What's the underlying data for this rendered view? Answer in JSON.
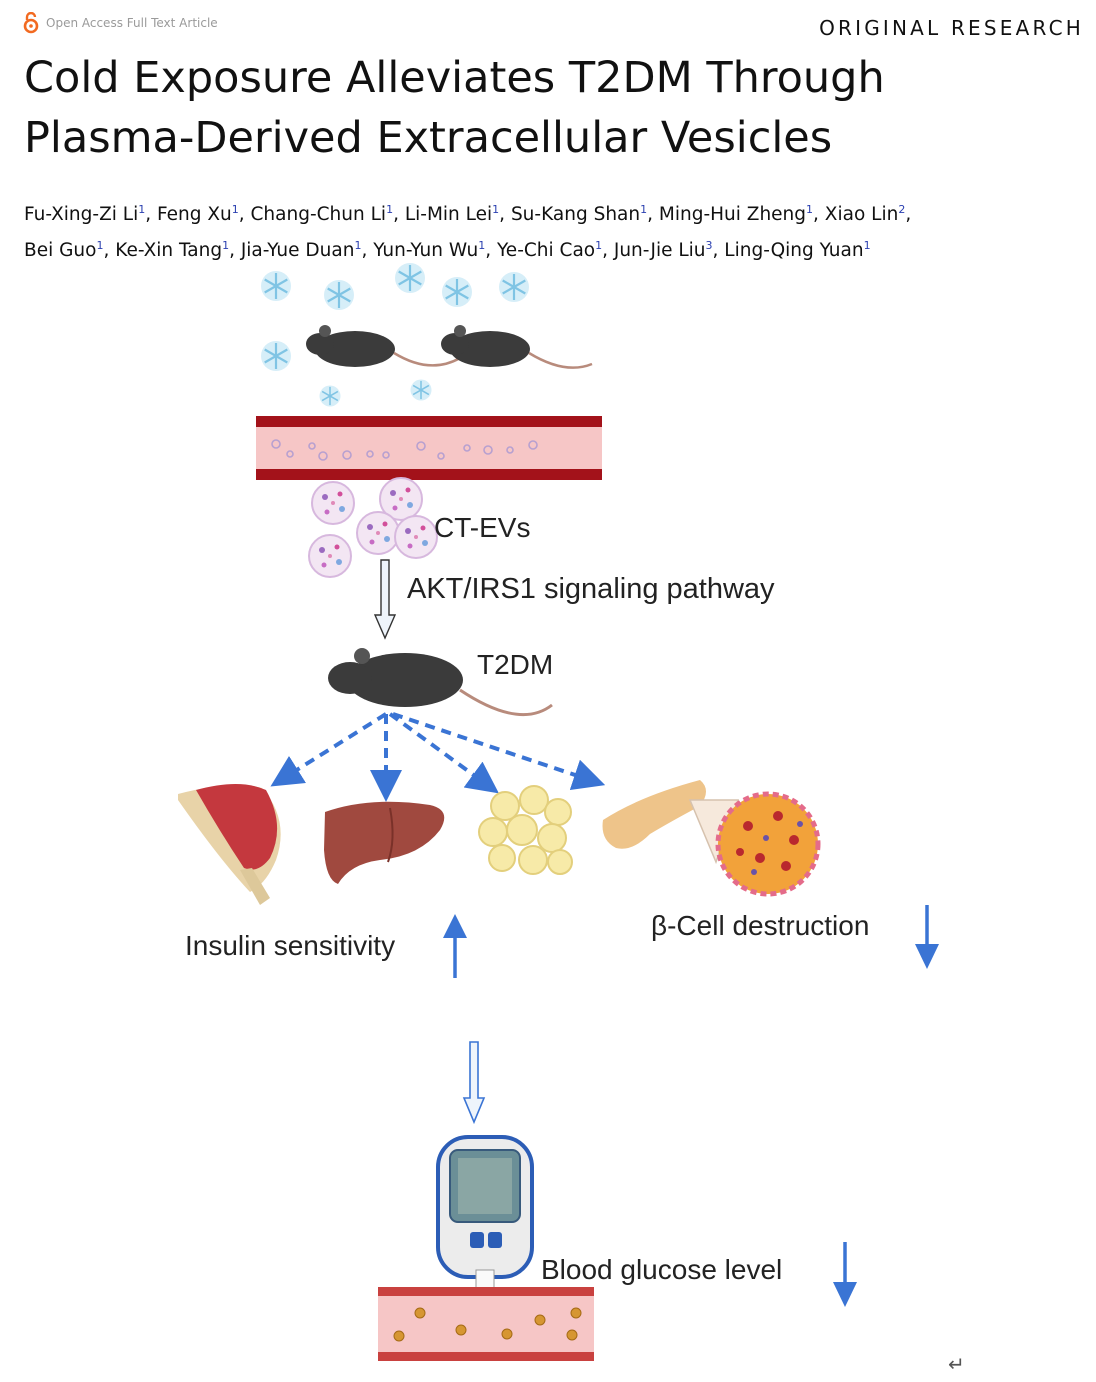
{
  "header": {
    "access_label": "Open Access Full Text Article",
    "section": "ORIGINAL RESEARCH"
  },
  "article": {
    "title_line1": "Cold Exposure Alleviates T2DM Through",
    "title_line2": "Plasma-Derived Extracellular Vesicles",
    "authors": [
      {
        "name": "Fu-Xing-Zi Li",
        "aff": "1"
      },
      {
        "name": "Feng Xu",
        "aff": "1"
      },
      {
        "name": "Chang-Chun Li",
        "aff": "1"
      },
      {
        "name": "Li-Min Lei",
        "aff": "1"
      },
      {
        "name": "Su-Kang Shan",
        "aff": "1"
      },
      {
        "name": "Ming-Hui Zheng",
        "aff": "1"
      },
      {
        "name": "Xiao Lin",
        "aff": "2"
      },
      {
        "name": "Bei Guo",
        "aff": "1"
      },
      {
        "name": "Ke-Xin Tang",
        "aff": "1"
      },
      {
        "name": "Jia-Yue Duan",
        "aff": "1"
      },
      {
        "name": "Yun-Yun Wu",
        "aff": "1"
      },
      {
        "name": "Ye-Chi Cao",
        "aff": "1"
      },
      {
        "name": "Jun-Jie Liu",
        "aff": "3"
      },
      {
        "name": "Ling-Qing Yuan",
        "aff": "1"
      }
    ]
  },
  "graphic": {
    "ct_evs": "CT-EVs",
    "pathway": "AKT/IRS1 signaling pathway",
    "t2dm": "T2DM",
    "insulin": "Insulin sensitivity",
    "beta_cell": "β-Cell destruction",
    "glucose": "Blood glucose level"
  },
  "colors": {
    "arrow_blue": "#3a74d4",
    "vessel_red": "#a3121a",
    "vessel_pink": "#f6c6c6",
    "mouse": "#3b3b3b",
    "snow": "#bfe3f3"
  },
  "footer": {
    "return_symbol": "↵"
  }
}
